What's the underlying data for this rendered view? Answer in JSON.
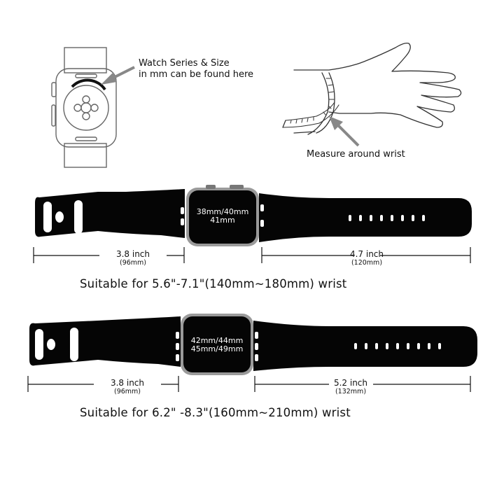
{
  "annotations": {
    "series_note_line1": "Watch Series & Size",
    "series_note_line2": "in mm can be found here",
    "measure_note": "Measure around wrist"
  },
  "band_small": {
    "face_label_line1": "38mm/40mm",
    "face_label_line2": "41mm",
    "left_length": "3.8 inch",
    "left_length_mm": "(96mm)",
    "right_length": "4.7 inch",
    "right_length_mm": "(120mm)",
    "fit_text": "Suitable for 5.6\"-7.1\"(140mm~180mm) wrist"
  },
  "band_large": {
    "face_label_line1": "42mm/44mm",
    "face_label_line2": "45mm/49mm",
    "left_length": "3.8 inch",
    "left_length_mm": "(96mm)",
    "right_length": "5.2 inch",
    "right_length_mm": "(132mm)",
    "fit_text": "Suitable for 6.2\" -8.3\"(160mm~210mm) wrist"
  },
  "colors": {
    "band": "#050505",
    "case": "#9a9a9a",
    "arrow": "#888888"
  }
}
